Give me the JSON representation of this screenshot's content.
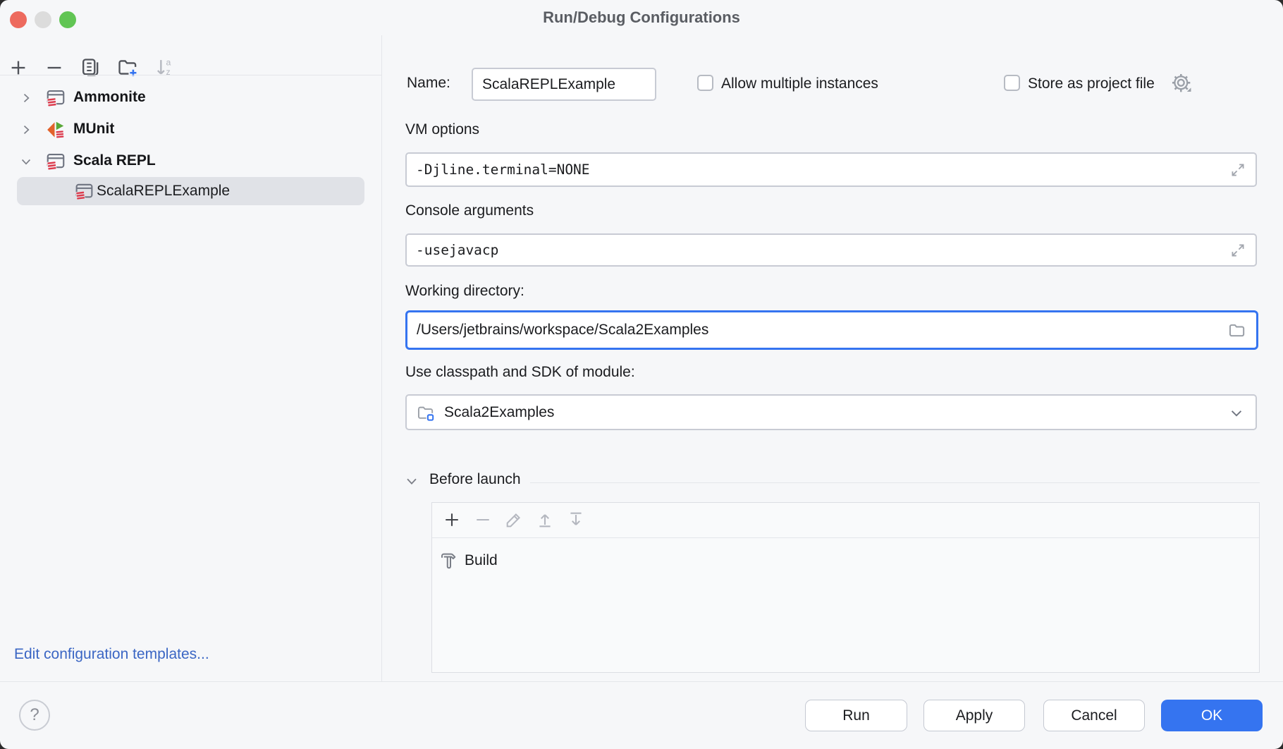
{
  "window": {
    "title": "Run/Debug Configurations"
  },
  "sidebar": {
    "toolbar": {
      "add": "add-configuration",
      "remove": "remove-configuration",
      "copy": "copy-configuration",
      "new_folder": "new-folder",
      "sort": "sort-configurations",
      "sort_a": "a",
      "sort_z": "z"
    },
    "tree": [
      {
        "label": "Ammonite",
        "icon": "scala-repl-icon",
        "expanded": false
      },
      {
        "label": "MUnit",
        "icon": "munit-icon",
        "expanded": false
      },
      {
        "label": "Scala REPL",
        "icon": "scala-repl-icon",
        "expanded": true
      },
      {
        "label": "ScalaREPLExample",
        "icon": "scala-repl-icon",
        "selected": true
      }
    ],
    "edit_templates_link": "Edit configuration templates..."
  },
  "form": {
    "name": {
      "label": "Name:",
      "value": "ScalaREPLExample"
    },
    "allow_multiple": {
      "label": "Allow multiple instances",
      "checked": false
    },
    "store_as_project": {
      "label": "Store as project file",
      "checked": false
    },
    "vm_options": {
      "label": "VM options",
      "value": "-Djline.terminal=NONE"
    },
    "console_args": {
      "label": "Console arguments",
      "value": "-usejavacp"
    },
    "working_dir": {
      "label": "Working directory:",
      "value": "/Users/jetbrains/workspace/Scala2Examples",
      "focused": true
    },
    "module": {
      "label": "Use classpath and SDK of module:",
      "value": "Scala2Examples"
    },
    "before_launch": {
      "label": "Before launch",
      "tasks": [
        {
          "icon": "hammer-icon",
          "label": "Build"
        }
      ]
    }
  },
  "footer": {
    "help": "?",
    "run": "Run",
    "apply": "Apply",
    "cancel": "Cancel",
    "ok": "OK"
  },
  "colors": {
    "accent": "#3574f0",
    "link": "#3b66c4",
    "scala_red": "#dc3b4d",
    "munit_orange": "#e2622b",
    "munit_green": "#59a838",
    "selected_row": "#e0e2e7",
    "traffic_close": "#ed6a5e",
    "traffic_minimize_disabled": "#dcdcdc",
    "traffic_zoom": "#61c554"
  }
}
